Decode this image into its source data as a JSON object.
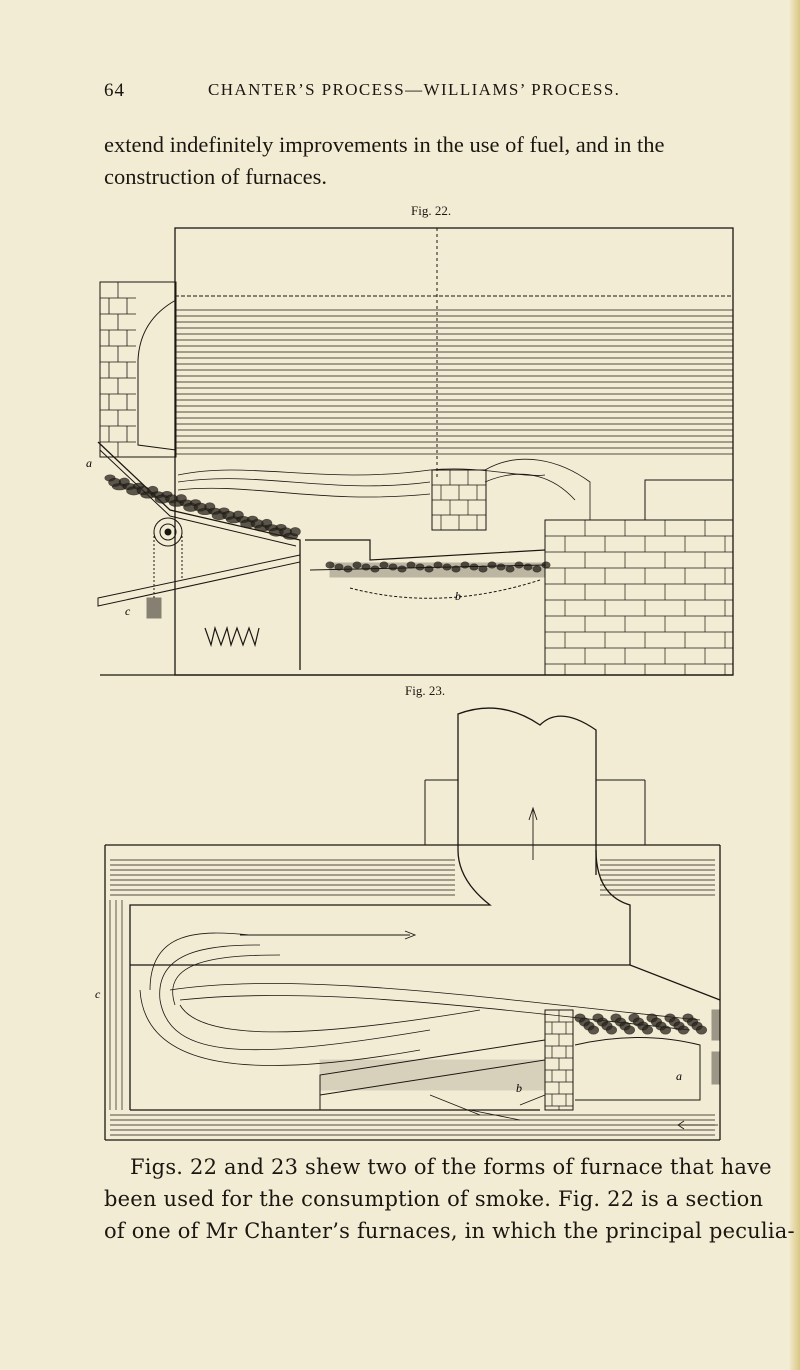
{
  "header": {
    "page_number": "64",
    "running_head": "Chanter’s process—Williams’ process."
  },
  "intro_lines": [
    "extend indefinitely improvements in the use of fuel, and in the",
    "construction of furnaces."
  ],
  "figures": {
    "fig22": {
      "label": "Fig. 22.",
      "letters": {
        "a": "a",
        "b": "b",
        "c": "c"
      }
    },
    "fig23": {
      "label": "Fig. 23.",
      "letters": {
        "a": "a",
        "b": "b",
        "c": "c"
      }
    }
  },
  "caption_lines": [
    "Figs. 22 and 23 shew two of the forms of furnace that have",
    "been used for the consumption of smoke.  Fig. 22 is a section",
    "of one of Mr Chanter’s furnaces, in which the principal peculia-"
  ],
  "colors": {
    "paper": "#f3ecd4",
    "ink": "#1a1712"
  }
}
